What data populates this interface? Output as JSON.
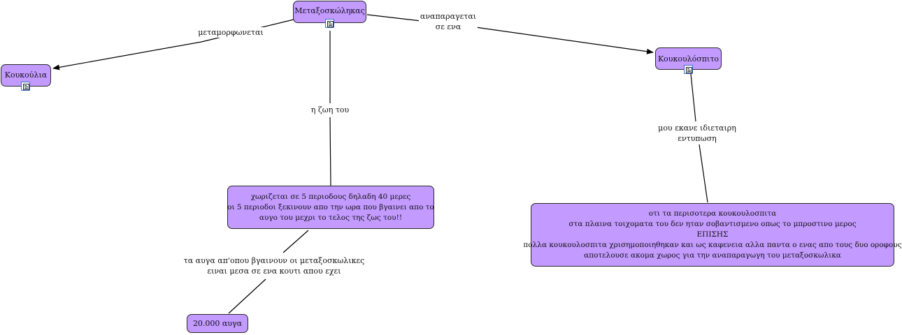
{
  "concept_map": {
    "nodes": {
      "silkworm": {
        "label": "Μεταξοσκώληκας",
        "has_note": true,
        "note_icon": "note-icon"
      },
      "cocoon": {
        "label": "Κουκούλια",
        "has_note": true,
        "note_icon": "note-icon"
      },
      "cocoon_house": {
        "label": "Κουκουλόσπιτο",
        "has_note": true,
        "note_icon": "note-icon"
      },
      "life_periods": {
        "lines": [
          "χωριζεται σε 5 περιοδους δηλαδη 40 μερες",
          "οι 5 περιοδοι ξεκινουν απο την ωρα που βγαινει απο το",
          "αυγο του μεχρι το τελος της ζως του!!"
        ]
      },
      "eggs": {
        "label": "20.000 αυγα"
      },
      "impression": {
        "lines": [
          "οτι τα περισοτερα κουκουλοσπιτα",
          "στα πλαινα τοιχοματα του δεν ηταν σοβαντισμενο οπως το μπροστινο μερος",
          "ΕΠΙΣΗΣ",
          "πολλα κουκουλοσπιτα χρισημοποιηθηκαν και ως καφενεια αλλα παντα ο ενας απο τους δυο οροφους",
          "αποτελουσε ακομα χωρος για την αναπαραγωγη του μεταξοσκωλικα"
        ]
      }
    },
    "links": {
      "metamorphosis": {
        "lines": [
          "μεταμορφωνεται"
        ]
      },
      "reproduces": {
        "lines": [
          "αναπαραγεται",
          "σε ενα"
        ]
      },
      "its_life": {
        "lines": [
          "η ζωη του"
        ]
      },
      "eggs_box": {
        "lines": [
          "τα αυγα απ'οπου βγαινουν οι μεταξοσκωλικες",
          "ειναι μεσα σε ενα κουτι απου εχει"
        ]
      },
      "impression": {
        "lines": [
          "μου εκανε ιδιεταιρη",
          "εντυπωση"
        ]
      }
    },
    "colors": {
      "node_fill": "#c39aff",
      "node_border": "#2a2a2a",
      "line": "#000000",
      "background": "#ffffff",
      "note_icon_border": "#3b6fd0"
    }
  }
}
